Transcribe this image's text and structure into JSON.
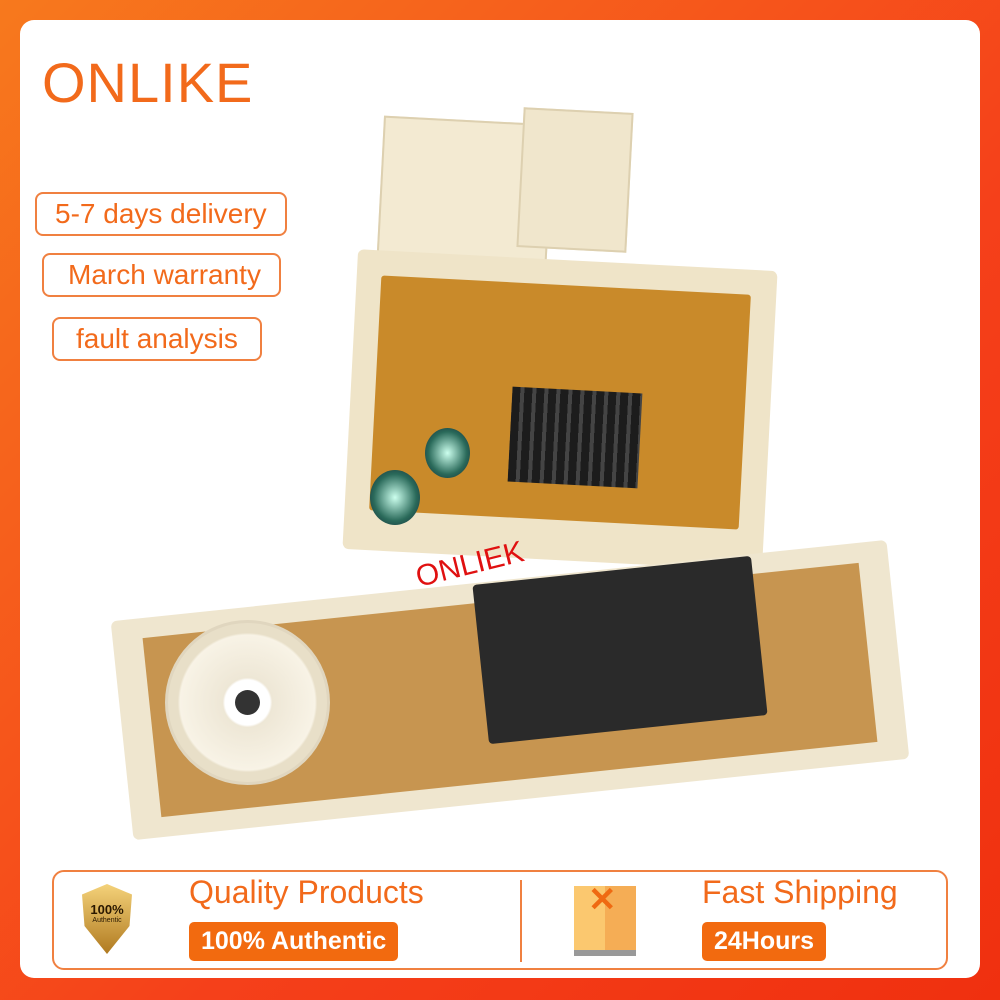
{
  "brand": "ONLIKE",
  "tags": [
    "5-7 days delivery",
    "March warranty",
    "fault analysis"
  ],
  "watermark": "ONLIEK",
  "banner": {
    "quality_title": "Quality Products",
    "quality_pill": "100% Authentic",
    "seal_top": "100%",
    "seal_bottom": "Authentic",
    "shipping_title": "Fast Shipping",
    "shipping_pill": "24Hours"
  },
  "colors": {
    "accent": "#f26a1b",
    "border": "#f5401a",
    "watermark": "#e01010"
  }
}
